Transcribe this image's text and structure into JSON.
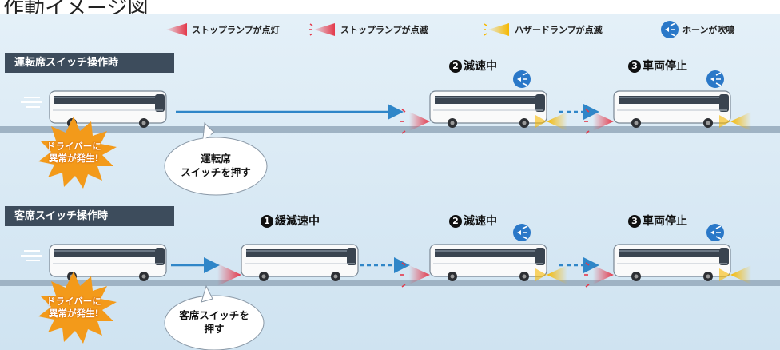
{
  "page_title": "作動イメージ図",
  "legend": {
    "stop_lamp_on": "ストップランプが点灯",
    "stop_lamp_blink": "ストップランプが点滅",
    "hazard_blink": "ハザードランプが点滅",
    "horn": "ホーンが吹鳴"
  },
  "section_driver": {
    "label": "運転席スイッチ操作時",
    "burst": [
      "ドライバーに",
      "異常が発生!"
    ],
    "bubble": [
      "運転席",
      "スイッチを押す"
    ],
    "step2_num": "2",
    "step2": "減速中",
    "step3_num": "3",
    "step3": "車両停止"
  },
  "section_passenger": {
    "label": "客席スイッチ操作時",
    "burst": [
      "ドライバーに",
      "異常が発生!"
    ],
    "bubble": [
      "客席スイッチを",
      "押す"
    ],
    "step1_num": "1",
    "step1": "緩減速中",
    "step2_num": "2",
    "step2": "減速中",
    "step3_num": "3",
    "step3": "車両停止"
  },
  "colors": {
    "label_bg": "#3d4c5c",
    "arrow": "#2f86c8",
    "stop_lamp": "#e4384a",
    "hazard": "#f6b800",
    "horn": "#2a78c8",
    "burst": "#f39a1a",
    "background": "#d6e8f4"
  },
  "icons": [
    "stop-lamp-icon",
    "stop-lamp-blink-icon",
    "hazard-lamp-icon",
    "horn-icon",
    "bus-icon"
  ]
}
